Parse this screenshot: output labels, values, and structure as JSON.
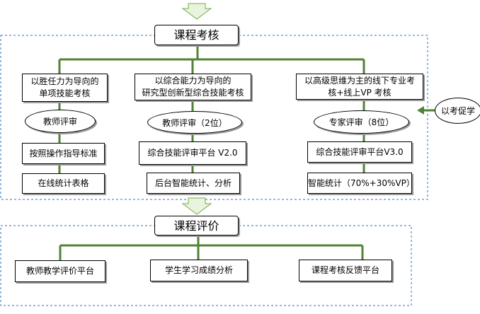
{
  "assessment": {
    "title": "课程考核",
    "side_label": "以考促学",
    "columns": [
      {
        "header_lines": [
          "以胜任力为导向的",
          "单项技能考核"
        ],
        "reviewer": "教师评审",
        "items": [
          "按照操作指导标准",
          "在线统计表格"
        ]
      },
      {
        "header_lines": [
          "以综合能力为导向的",
          "研究型创新型综合技能考核"
        ],
        "reviewer": "教师评审（2位）",
        "items": [
          "综合技能评审平台 V2.0",
          "后台智能统计、分析"
        ]
      },
      {
        "header_lines": [
          "以高级思维为主的线下专业考",
          "核+线上VP 考核"
        ],
        "reviewer": "专家评审（8位）",
        "items": [
          "综合技能评审平台V3.0",
          "智能统计（70%+30%VP）"
        ]
      }
    ]
  },
  "evaluation": {
    "title": "课程评价",
    "items": [
      "教师教学评价平台",
      "学生学习成绩分析",
      "课程考核反馈平台"
    ]
  },
  "colors": {
    "connector": "#538135",
    "arrow_fill": "#eaf3dd",
    "dashed_border": "#2e75b6"
  }
}
